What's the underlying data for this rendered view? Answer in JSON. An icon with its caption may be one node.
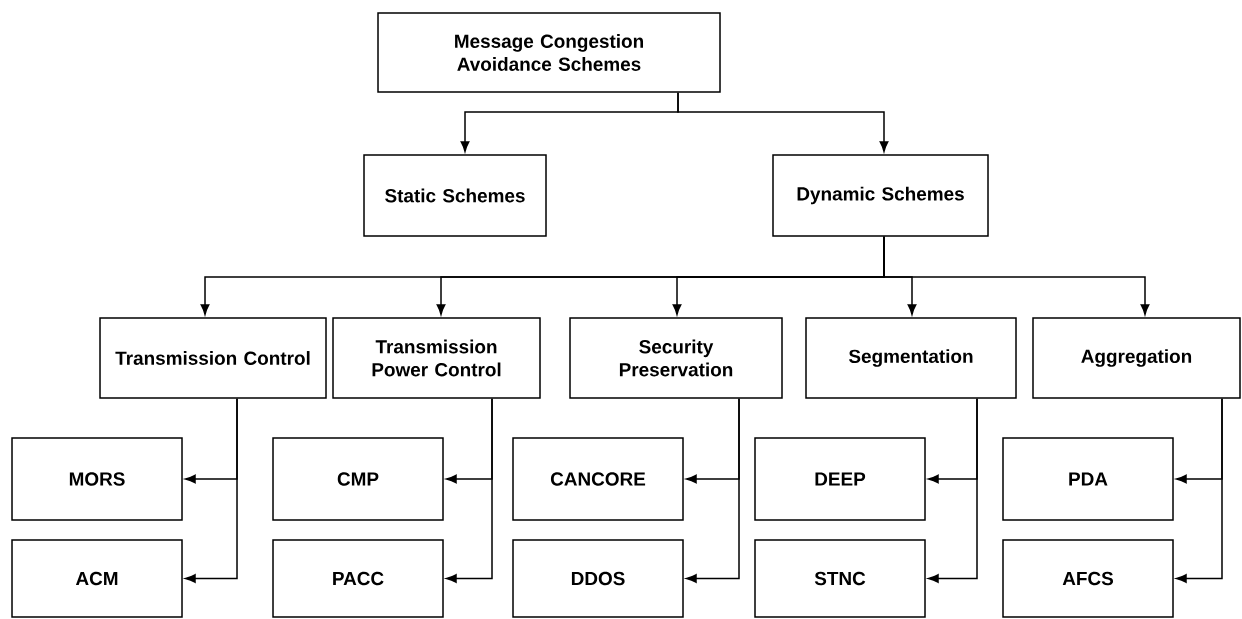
{
  "diagram": {
    "nodes": [
      {
        "text": [
          "Message Congestion Avoidance Schemes"
        ]
      },
      {
        "text": [
          "Static Schemes"
        ]
      },
      {
        "text": [
          "Dynamic Schemes"
        ]
      },
      {
        "text": [
          "Transmission Control"
        ]
      },
      {
        "text": [
          "Transmission Power Control"
        ]
      },
      {
        "text": [
          "Security Preservation"
        ]
      },
      {
        "text": [
          "Segmentation"
        ]
      },
      {
        "text": [
          "Aggregation"
        ]
      },
      {
        "text": [
          "MORS"
        ]
      },
      {
        "text": [
          "ACM"
        ]
      },
      {
        "text": [
          "CMP"
        ]
      },
      {
        "text": [
          "PACC"
        ]
      },
      {
        "text": [
          "CANCORE"
        ]
      },
      {
        "text": [
          "DDOS"
        ]
      },
      {
        "text": [
          "DEEP"
        ]
      },
      {
        "text": [
          "STNC"
        ]
      },
      {
        "text": [
          "PDA"
        ]
      },
      {
        "text": [
          "AFCS"
        ]
      }
    ],
    "edges": [
      {
        "from": 0,
        "to": 1,
        "arrow": "to"
      },
      {
        "from": 0,
        "to": 2,
        "arrow": "to"
      },
      {
        "from": 2,
        "to": 3,
        "arrow": "to"
      },
      {
        "from": 2,
        "to": 4,
        "arrow": "to"
      },
      {
        "from": 2,
        "to": 5,
        "arrow": "to"
      },
      {
        "from": 2,
        "to": 6,
        "arrow": "to"
      },
      {
        "from": 2,
        "to": 7,
        "arrow": "to"
      },
      {
        "from": 3,
        "to": 8,
        "arrow": "to"
      },
      {
        "from": 3,
        "to": 9,
        "arrow": "to"
      },
      {
        "from": 4,
        "to": 10,
        "arrow": "to"
      },
      {
        "from": 4,
        "to": 11,
        "arrow": "to"
      },
      {
        "from": 5,
        "to": 12,
        "arrow": "to"
      },
      {
        "from": 5,
        "to": 13,
        "arrow": "to"
      },
      {
        "from": 6,
        "to": 14,
        "arrow": "to"
      },
      {
        "from": 6,
        "to": 15,
        "arrow": "to"
      },
      {
        "from": 7,
        "to": 16,
        "arrow": "to"
      },
      {
        "from": 7,
        "to": 17,
        "arrow": "to"
      }
    ]
  }
}
